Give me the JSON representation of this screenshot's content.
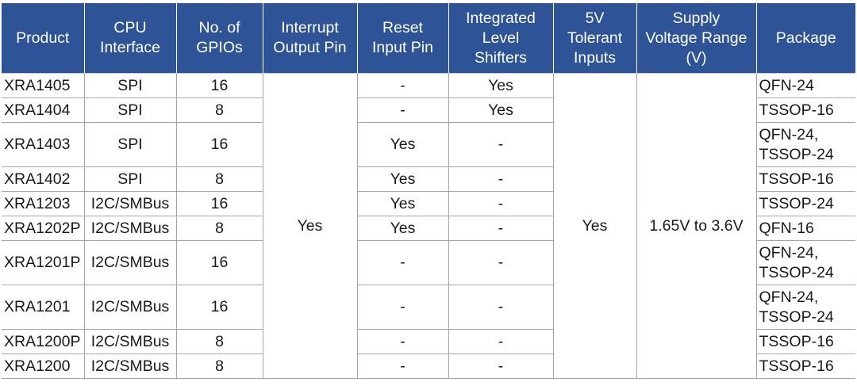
{
  "table": {
    "headers": [
      "Product",
      "CPU Interface",
      "No. of GPIOs",
      "Interrupt Output Pin",
      "Reset Input Pin",
      "Integrated Level Shifters",
      "5V Tolerant Inputs",
      "Supply Voltage Range (V)",
      "Package"
    ],
    "header_lines": [
      [
        "Product"
      ],
      [
        "CPU",
        "Interface"
      ],
      [
        "No. of",
        "GPIOs"
      ],
      [
        "Interrupt",
        "Output Pin"
      ],
      [
        "Reset",
        "Input Pin"
      ],
      [
        "Integrated",
        "Level",
        "Shifters"
      ],
      [
        "5V",
        "Tolerant",
        "Inputs"
      ],
      [
        "Supply",
        "Voltage Range",
        "(V)"
      ],
      [
        "Package"
      ]
    ],
    "merged": {
      "interrupt_output_pin": "Yes",
      "five_v_tolerant_inputs": "Yes",
      "supply_voltage_range": "1.65V to 3.6V"
    },
    "rows": [
      {
        "product": "XRA1405",
        "cpu_interface": "SPI",
        "gpios": "16",
        "reset_input_pin": "-",
        "level_shifters": "Yes",
        "package": "QFN-24",
        "tall": false
      },
      {
        "product": "XRA1404",
        "cpu_interface": "SPI",
        "gpios": "8",
        "reset_input_pin": "-",
        "level_shifters": "Yes",
        "package": "TSSOP-16",
        "tall": false
      },
      {
        "product": "XRA1403",
        "cpu_interface": "SPI",
        "gpios": "16",
        "reset_input_pin": "Yes",
        "level_shifters": "-",
        "package": "QFN-24,\nTSSOP-24",
        "tall": true
      },
      {
        "product": "XRA1402",
        "cpu_interface": "SPI",
        "gpios": "8",
        "reset_input_pin": "Yes",
        "level_shifters": "-",
        "package": "TSSOP-16",
        "tall": false
      },
      {
        "product": "XRA1203",
        "cpu_interface": "I2C/SMBus",
        "gpios": "16",
        "reset_input_pin": "Yes",
        "level_shifters": "-",
        "package": "TSSOP-24",
        "tall": false
      },
      {
        "product": "XRA1202P",
        "cpu_interface": "I2C/SMBus",
        "gpios": "8",
        "reset_input_pin": "Yes",
        "level_shifters": "-",
        "package": "QFN-16",
        "tall": false
      },
      {
        "product": "XRA1201P",
        "cpu_interface": "I2C/SMBus",
        "gpios": "16",
        "reset_input_pin": "-",
        "level_shifters": "-",
        "package": "QFN-24,\nTSSOP-24",
        "tall": true
      },
      {
        "product": "XRA1201",
        "cpu_interface": "I2C/SMBus",
        "gpios": "16",
        "reset_input_pin": "-",
        "level_shifters": "-",
        "package": "QFN-24,\nTSSOP-24",
        "tall": true
      },
      {
        "product": "XRA1200P",
        "cpu_interface": "I2C/SMBus",
        "gpios": "8",
        "reset_input_pin": "-",
        "level_shifters": "-",
        "package": "TSSOP-16",
        "tall": false
      },
      {
        "product": "XRA1200",
        "cpu_interface": "I2C/SMBus",
        "gpios": "8",
        "reset_input_pin": "-",
        "level_shifters": "-",
        "package": "TSSOP-16",
        "tall": false
      }
    ]
  },
  "colors": {
    "header_background": "#2E5396",
    "header_text": "#FFFFFF",
    "grid_line": "#A6A6A6",
    "body_text": "#1A1A1A",
    "page_background": "#FFFFFF"
  }
}
